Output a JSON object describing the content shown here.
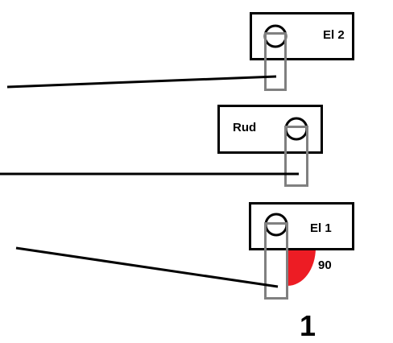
{
  "colors": {
    "line": "#000000",
    "slider": "#808080",
    "angle_fill": "#ed1c24",
    "background": "#ffffff"
  },
  "units": [
    {
      "label": "El 2"
    },
    {
      "label": "Rud"
    },
    {
      "label": "El 1"
    }
  ],
  "angle_label": "90",
  "figure_number": "1"
}
